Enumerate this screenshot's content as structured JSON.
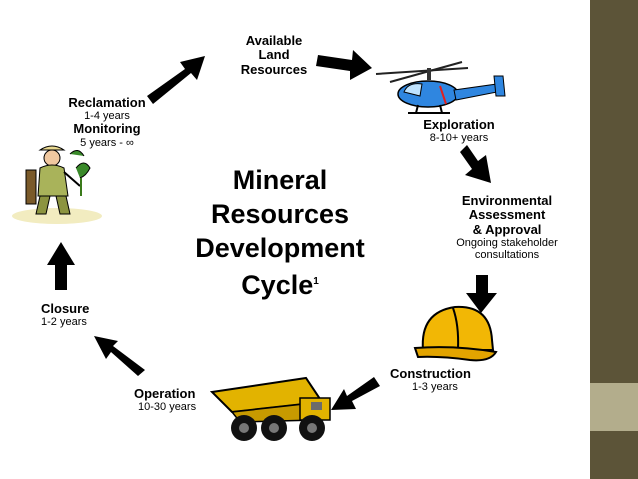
{
  "title": {
    "line1": "Mineral",
    "line2": "Resources",
    "line3": "Development",
    "line4": "Cycle",
    "footnote": "1"
  },
  "stages": {
    "available": {
      "line1": "Available",
      "line2": "Land",
      "line3": "Resources"
    },
    "exploration": {
      "name": "Exploration",
      "duration": "8-10+ years"
    },
    "environmental": {
      "line1": "Environmental",
      "line2": "Assessment",
      "line3": "& Approval",
      "note1": "Ongoing stakeholder",
      "note2": "consultations"
    },
    "construction": {
      "name": "Construction",
      "duration": "1-3 years"
    },
    "operation": {
      "name": "Operation",
      "duration": "10-30 years"
    },
    "closure": {
      "name": "Closure",
      "duration": "1-2 years"
    },
    "reclamation": {
      "name": "Reclamation",
      "duration": "1-4 years",
      "name2": "Monitoring",
      "duration2": "5 years - ∞"
    }
  },
  "icons": [
    "helicopter-icon",
    "hard-hat-icon",
    "dump-truck-icon",
    "worker-planting-icon"
  ],
  "colors": {
    "side_band": "#5c5438",
    "side_accent": "#b3ad8c",
    "arrow": "#000000",
    "helicopter": "#2f86e0",
    "hard_hat": "#f2b705",
    "truck": "#e2b300"
  }
}
